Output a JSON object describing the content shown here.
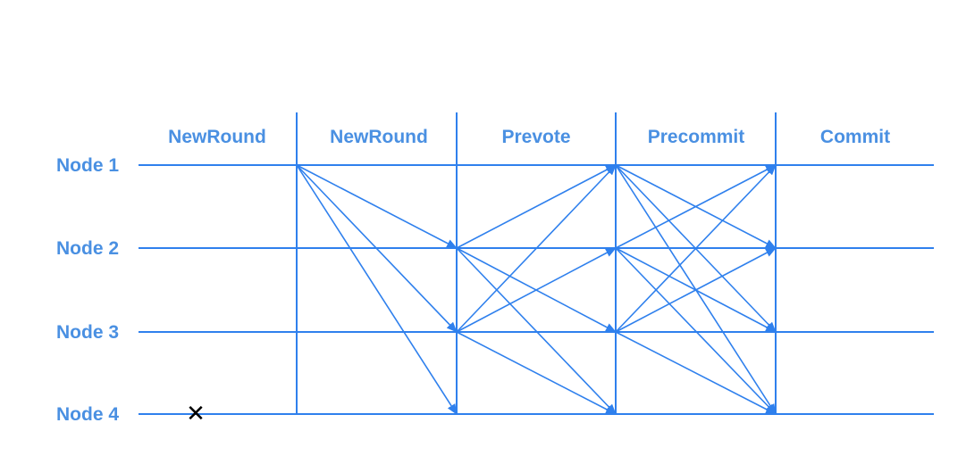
{
  "colors": {
    "accent": "#2F80ED",
    "label": "#4A90E2",
    "crash": "#000000"
  },
  "phases": [
    "NewRound",
    "NewRound",
    "Prevote",
    "Precommit",
    "Commit"
  ],
  "nodes": [
    "Node 1",
    "Node 2",
    "Node 3",
    "Node 4"
  ],
  "crash": {
    "node": "Node 4",
    "phase": "NewRound",
    "symbol": "✕",
    "icon": "x-mark-icon"
  },
  "messages": [
    {
      "from_node": 1,
      "to_node": 2,
      "from_boundary": 1,
      "to_boundary": 2
    },
    {
      "from_node": 1,
      "to_node": 3,
      "from_boundary": 1,
      "to_boundary": 2
    },
    {
      "from_node": 1,
      "to_node": 4,
      "from_boundary": 1,
      "to_boundary": 2
    },
    {
      "from_node": 2,
      "to_node": 1,
      "from_boundary": 2,
      "to_boundary": 3
    },
    {
      "from_node": 2,
      "to_node": 3,
      "from_boundary": 2,
      "to_boundary": 3
    },
    {
      "from_node": 2,
      "to_node": 4,
      "from_boundary": 2,
      "to_boundary": 3
    },
    {
      "from_node": 3,
      "to_node": 1,
      "from_boundary": 2,
      "to_boundary": 3
    },
    {
      "from_node": 3,
      "to_node": 2,
      "from_boundary": 2,
      "to_boundary": 3
    },
    {
      "from_node": 3,
      "to_node": 4,
      "from_boundary": 2,
      "to_boundary": 3
    },
    {
      "from_node": 1,
      "to_node": 2,
      "from_boundary": 3,
      "to_boundary": 4
    },
    {
      "from_node": 1,
      "to_node": 3,
      "from_boundary": 3,
      "to_boundary": 4
    },
    {
      "from_node": 1,
      "to_node": 4,
      "from_boundary": 3,
      "to_boundary": 4
    },
    {
      "from_node": 2,
      "to_node": 1,
      "from_boundary": 3,
      "to_boundary": 4
    },
    {
      "from_node": 2,
      "to_node": 3,
      "from_boundary": 3,
      "to_boundary": 4
    },
    {
      "from_node": 2,
      "to_node": 4,
      "from_boundary": 3,
      "to_boundary": 4
    },
    {
      "from_node": 3,
      "to_node": 1,
      "from_boundary": 3,
      "to_boundary": 4
    },
    {
      "from_node": 3,
      "to_node": 2,
      "from_boundary": 3,
      "to_boundary": 4
    },
    {
      "from_node": 3,
      "to_node": 4,
      "from_boundary": 3,
      "to_boundary": 4
    }
  ]
}
